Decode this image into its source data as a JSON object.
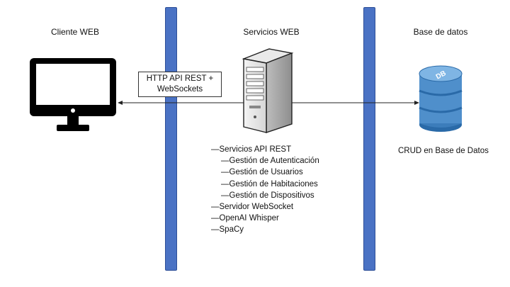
{
  "columns": {
    "client": "Cliente WEB",
    "services": "Servicios WEB",
    "database": "Base de datos"
  },
  "connection_label": {
    "line1": "HTTP API REST +",
    "line2": "WebSockets"
  },
  "db_caption": "CRUD en Base de Datos",
  "db_icon_text": "DB",
  "services_list": [
    {
      "text": "Servicios API REST",
      "level": 0
    },
    {
      "text": "Gestión de Autenticación",
      "level": 1
    },
    {
      "text": "Gestión de Usuarios",
      "level": 1
    },
    {
      "text": "Gestión de Habitaciones",
      "level": 1
    },
    {
      "text": "Gestión de Dispositivos",
      "level": 1
    },
    {
      "text": "Servidor WebSocket",
      "level": 0
    },
    {
      "text": "OpenAI Whisper",
      "level": 0
    },
    {
      "text": "SpaCy",
      "level": 0
    }
  ],
  "colors": {
    "separator": "#4a72c4",
    "db_light": "#5b9bd5",
    "db_dark": "#2a6aa8"
  },
  "icons": [
    "monitor-icon",
    "server-icon",
    "database-icon"
  ]
}
